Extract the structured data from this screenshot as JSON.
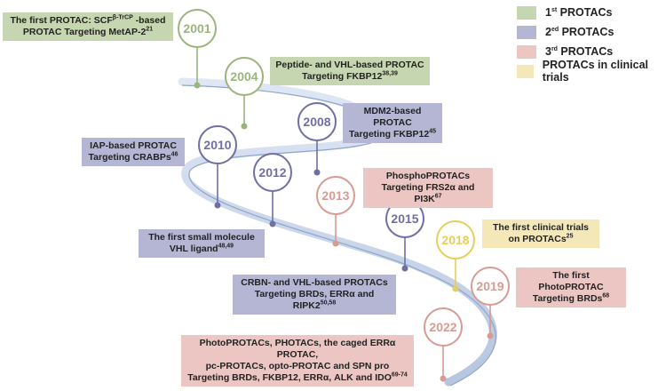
{
  "colors": {
    "gen1": "#c6d6b0",
    "gen1_dark": "#9ab57c",
    "gen2": "#b4b6d4",
    "gen2_dark": "#6f6fa3",
    "gen3": "#ecc6c2",
    "gen3_dark": "#d69b92",
    "clinical": "#f4e8b8",
    "clinical_dark": "#e5cf5a",
    "ribbon": "#c9d6ec"
  },
  "legend": [
    {
      "sup_prefix": "1",
      "sup": "st",
      "label": " PROTACs",
      "color": "#c6d6b0"
    },
    {
      "sup_prefix": "2",
      "sup": "ed",
      "label": " PROTACs",
      "color": "#b4b6d4"
    },
    {
      "sup_prefix": "3",
      "sup": "rd",
      "label": " PROTACs",
      "color": "#ecc6c2"
    },
    {
      "sup_prefix": "",
      "sup": "",
      "label": "PROTACs in clinical trials",
      "color": "#f4e8b8"
    }
  ],
  "milestones": [
    {
      "year": "2001",
      "gen": "gen1",
      "line1a": "The first PROTAC: SCF",
      "line1sup": "β-TrCP",
      "line1b": " -based",
      "line2": "PROTAC Targeting MetAP-2",
      "ref": "21"
    },
    {
      "year": "2004",
      "gen": "gen1",
      "line1": "Peptide- and VHL-based PROTAC",
      "line2": "Targeting FKBP12",
      "ref": "38,39"
    },
    {
      "year": "2008",
      "gen": "gen2",
      "line1": "MDM2-based PROTAC",
      "line2": "Targeting FKBP12",
      "ref": "45"
    },
    {
      "year": "2010",
      "gen": "gen2",
      "line1": "IAP-based PROTAC",
      "line2": "Targeting CRABPs",
      "ref": "46"
    },
    {
      "year": "2012",
      "gen": "gen2",
      "line1": "The first small molecule",
      "line2": "VHL ligand",
      "ref": "48,49"
    },
    {
      "year": "2013",
      "gen": "gen3",
      "line1": "PhosphoPROTACs",
      "line2": "Targeting FRS2α and PI3K",
      "ref": "67"
    },
    {
      "year": "2015",
      "gen": "gen2",
      "line1": "CRBN- and VHL-based PROTACs",
      "line2": "Targeting BRDs, ERRα and RIPK2",
      "ref": "50,58"
    },
    {
      "year": "2018",
      "gen": "clinical",
      "line1": "The first clinical trials",
      "line2": "on PROTACs",
      "ref": "25"
    },
    {
      "year": "2019",
      "gen": "gen3",
      "line1": "The first PhotoPROTAC",
      "line2": "Targeting BRDs",
      "ref": "68"
    },
    {
      "year": "2022",
      "gen": "gen3",
      "line1": "PhotoPROTACs, PHOTACs, the caged ERRα PROTAC,",
      "line1b": "pc-PROTACs, opto-PROTAC and SPN pro",
      "line2": "Targeting BRDs, FKBP12, ERRα, ALK and IDO",
      "ref": "69-74"
    }
  ]
}
